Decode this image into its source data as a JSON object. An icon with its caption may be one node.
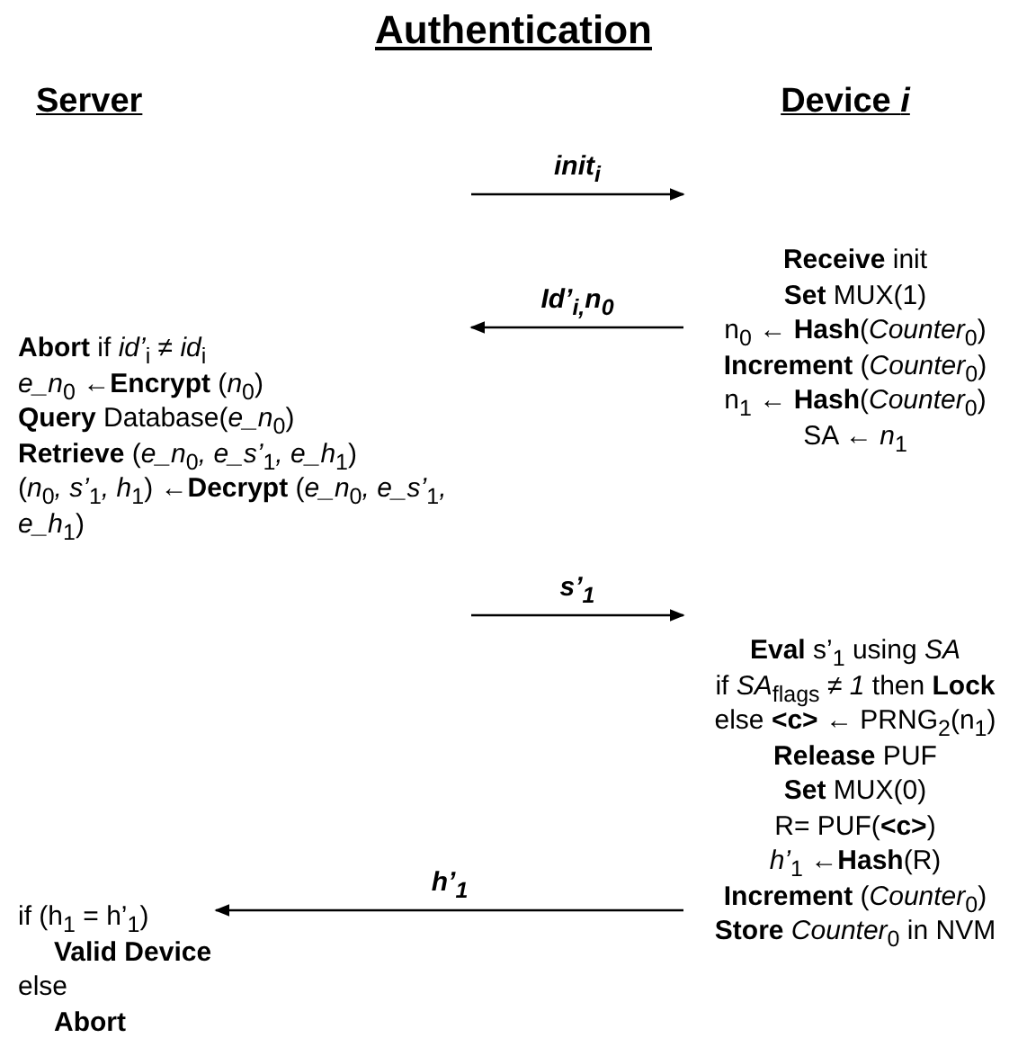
{
  "diagram": {
    "title": "Authentication",
    "labels": [
      "Server",
      "Device *i*"
    ],
    "nodes": [
      {
        "text": [
          "**Receive** init",
          "**Set** MUX(1)",
          "n$_{0}$ ← **Hash**(*Counter*$_{0}$)",
          "**Increment** (*Counter*$_{0}$)",
          "n$_{1}$ ← **Hash**(*Counter*$_{0}$)",
          "SA ← *n*$_{1}$"
        ]
      },
      {
        "text": [
          "**Abort** if *id’*$_{i}$ ≠ *id*$_{i}$",
          "*e_n*$_{0}$ ←**Encrypt** (*n*$_{0}$)",
          "**Query** Database(*e_n*$_{0}$)",
          "**Retrieve** (*e_n*$_{0}$*, e_s’*$_{1}$*, e_h*$_{1}$)",
          "(*n*$_{0}$*, s’*$_{1}$*, h*$_{1}$) ←**Decrypt** (*e_n*$_{0}$*, e_s’*$_{1}$*, e_h*$_{1}$)"
        ]
      },
      {
        "text": [
          "**Eval** s’$_{1}$ using *SA*",
          "if *SA*$_{flags}$ *≠ 1* then **Lock**",
          "else **<c>** ← PRNG$_{2}$(n$_{1}$)",
          "**Release** PUF",
          "**Set** MUX(0)",
          "R= PUF(**<c>**)",
          "*h’*$_{1}$ ←**Hash**(R)",
          "**Increment** (*Counter*$_{0}$)",
          "**Store** *Counter*$_{0}$ in NVM"
        ]
      },
      {
        "text": [
          "if (h$_{1}$ = h’$_{1}$)",
          "**Valid Device**",
          "else",
          "**Abort**"
        ]
      }
    ],
    "edges": [
      {
        "from": null,
        "to": 0,
        "arrow": "to",
        "label": "init$_{i}$"
      },
      {
        "from": 0,
        "to": 1,
        "arrow": "to",
        "label": "Id’$_{i,}$n$_{0}$"
      },
      {
        "from": 1,
        "to": 2,
        "arrow": "to",
        "label": "s’$_{1}$"
      },
      {
        "from": 2,
        "to": 3,
        "arrow": "to",
        "label": "h’$_{1}$"
      }
    ]
  }
}
